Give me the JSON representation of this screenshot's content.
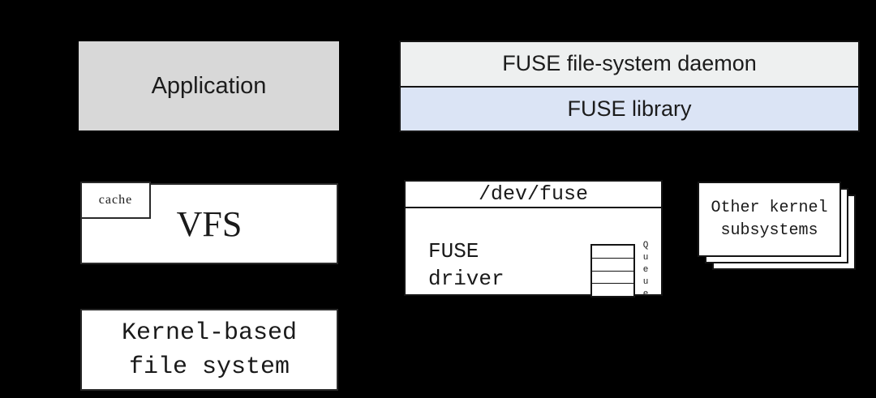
{
  "colors": {
    "background": "#000000",
    "application_fill": "#d8d8d8",
    "daemon_fill": "#eef0f0",
    "library_fill": "#dbe4f5",
    "kernel_box_fill": "#ffffff",
    "border": "#141414"
  },
  "user_space": {
    "application_label": "Application",
    "daemon_label": "FUSE file-system daemon",
    "library_label": "FUSE library"
  },
  "kernel": {
    "vfs_label": "VFS",
    "cache_label": "cache",
    "kernel_fs_line1": "Kernel-based",
    "kernel_fs_line2": "file system",
    "dev_fuse_label": "/dev/fuse",
    "fuse_driver_line1": "FUSE",
    "fuse_driver_line2": "driver",
    "queue_label": "Queue",
    "queue_slots": 4,
    "other_subsystems_line1": "Other kernel",
    "other_subsystems_line2": "subsystems"
  }
}
